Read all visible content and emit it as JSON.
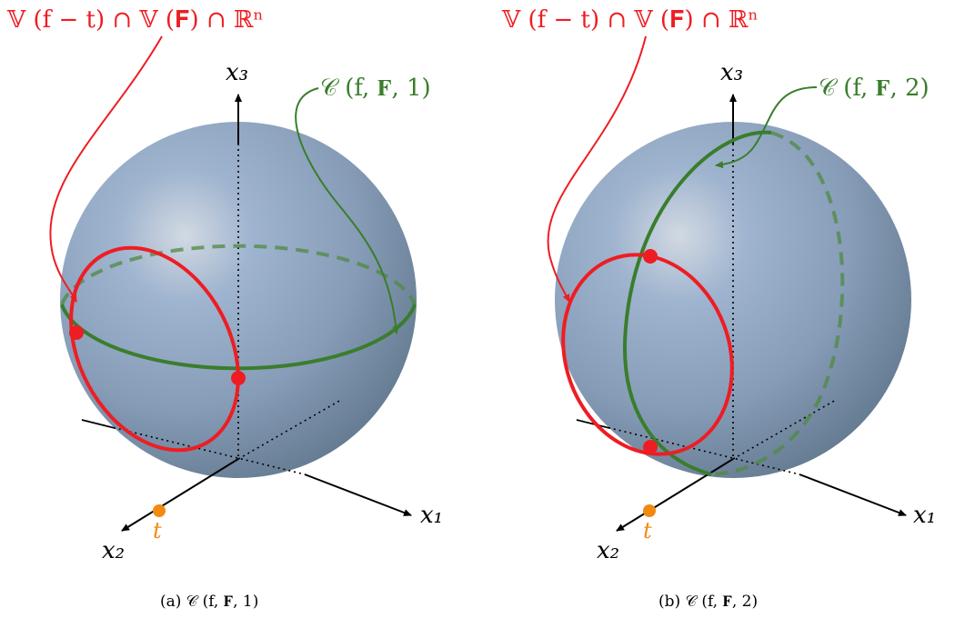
{
  "panels": [
    {
      "caption": "(a) 𝒞 (f, 𝐅, 1)",
      "red_label": "𝕍 (f − t) ∩ 𝕍 (𝐅) ∩ ℝⁿ",
      "green_label": "𝒞 (f, 𝐅, 1)",
      "axes": {
        "x1": "x₁",
        "x2": "x₂",
        "x3": "x₃"
      },
      "point_label": "t"
    },
    {
      "caption": "(b) 𝒞 (f, 𝐅, 2)",
      "red_label": "𝕍 (f − t) ∩ 𝕍 (𝐅) ∩ ℝⁿ",
      "green_label": "𝒞 (f, 𝐅, 2)",
      "axes": {
        "x1": "x₁",
        "x2": "x₂",
        "x3": "x₃"
      },
      "point_label": "t"
    }
  ],
  "colors": {
    "red": "#ee1d23",
    "green": "#3a7d2c",
    "orange": "#f28a12",
    "sphere_light": "#c9d4e2",
    "sphere_mid": "#8ea6c6",
    "sphere_dark": "#5f7891"
  }
}
